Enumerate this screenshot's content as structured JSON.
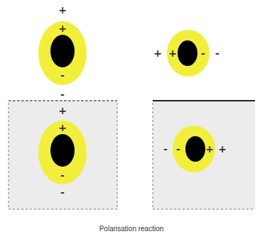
{
  "diagram": {
    "caption": "Polarisation reaction",
    "labels": [
      "+",
      "+",
      "-",
      "-",
      "+",
      "+",
      "-",
      "-",
      "+",
      "+",
      "-",
      "-",
      "-",
      "-",
      "+",
      "+"
    ]
  }
}
